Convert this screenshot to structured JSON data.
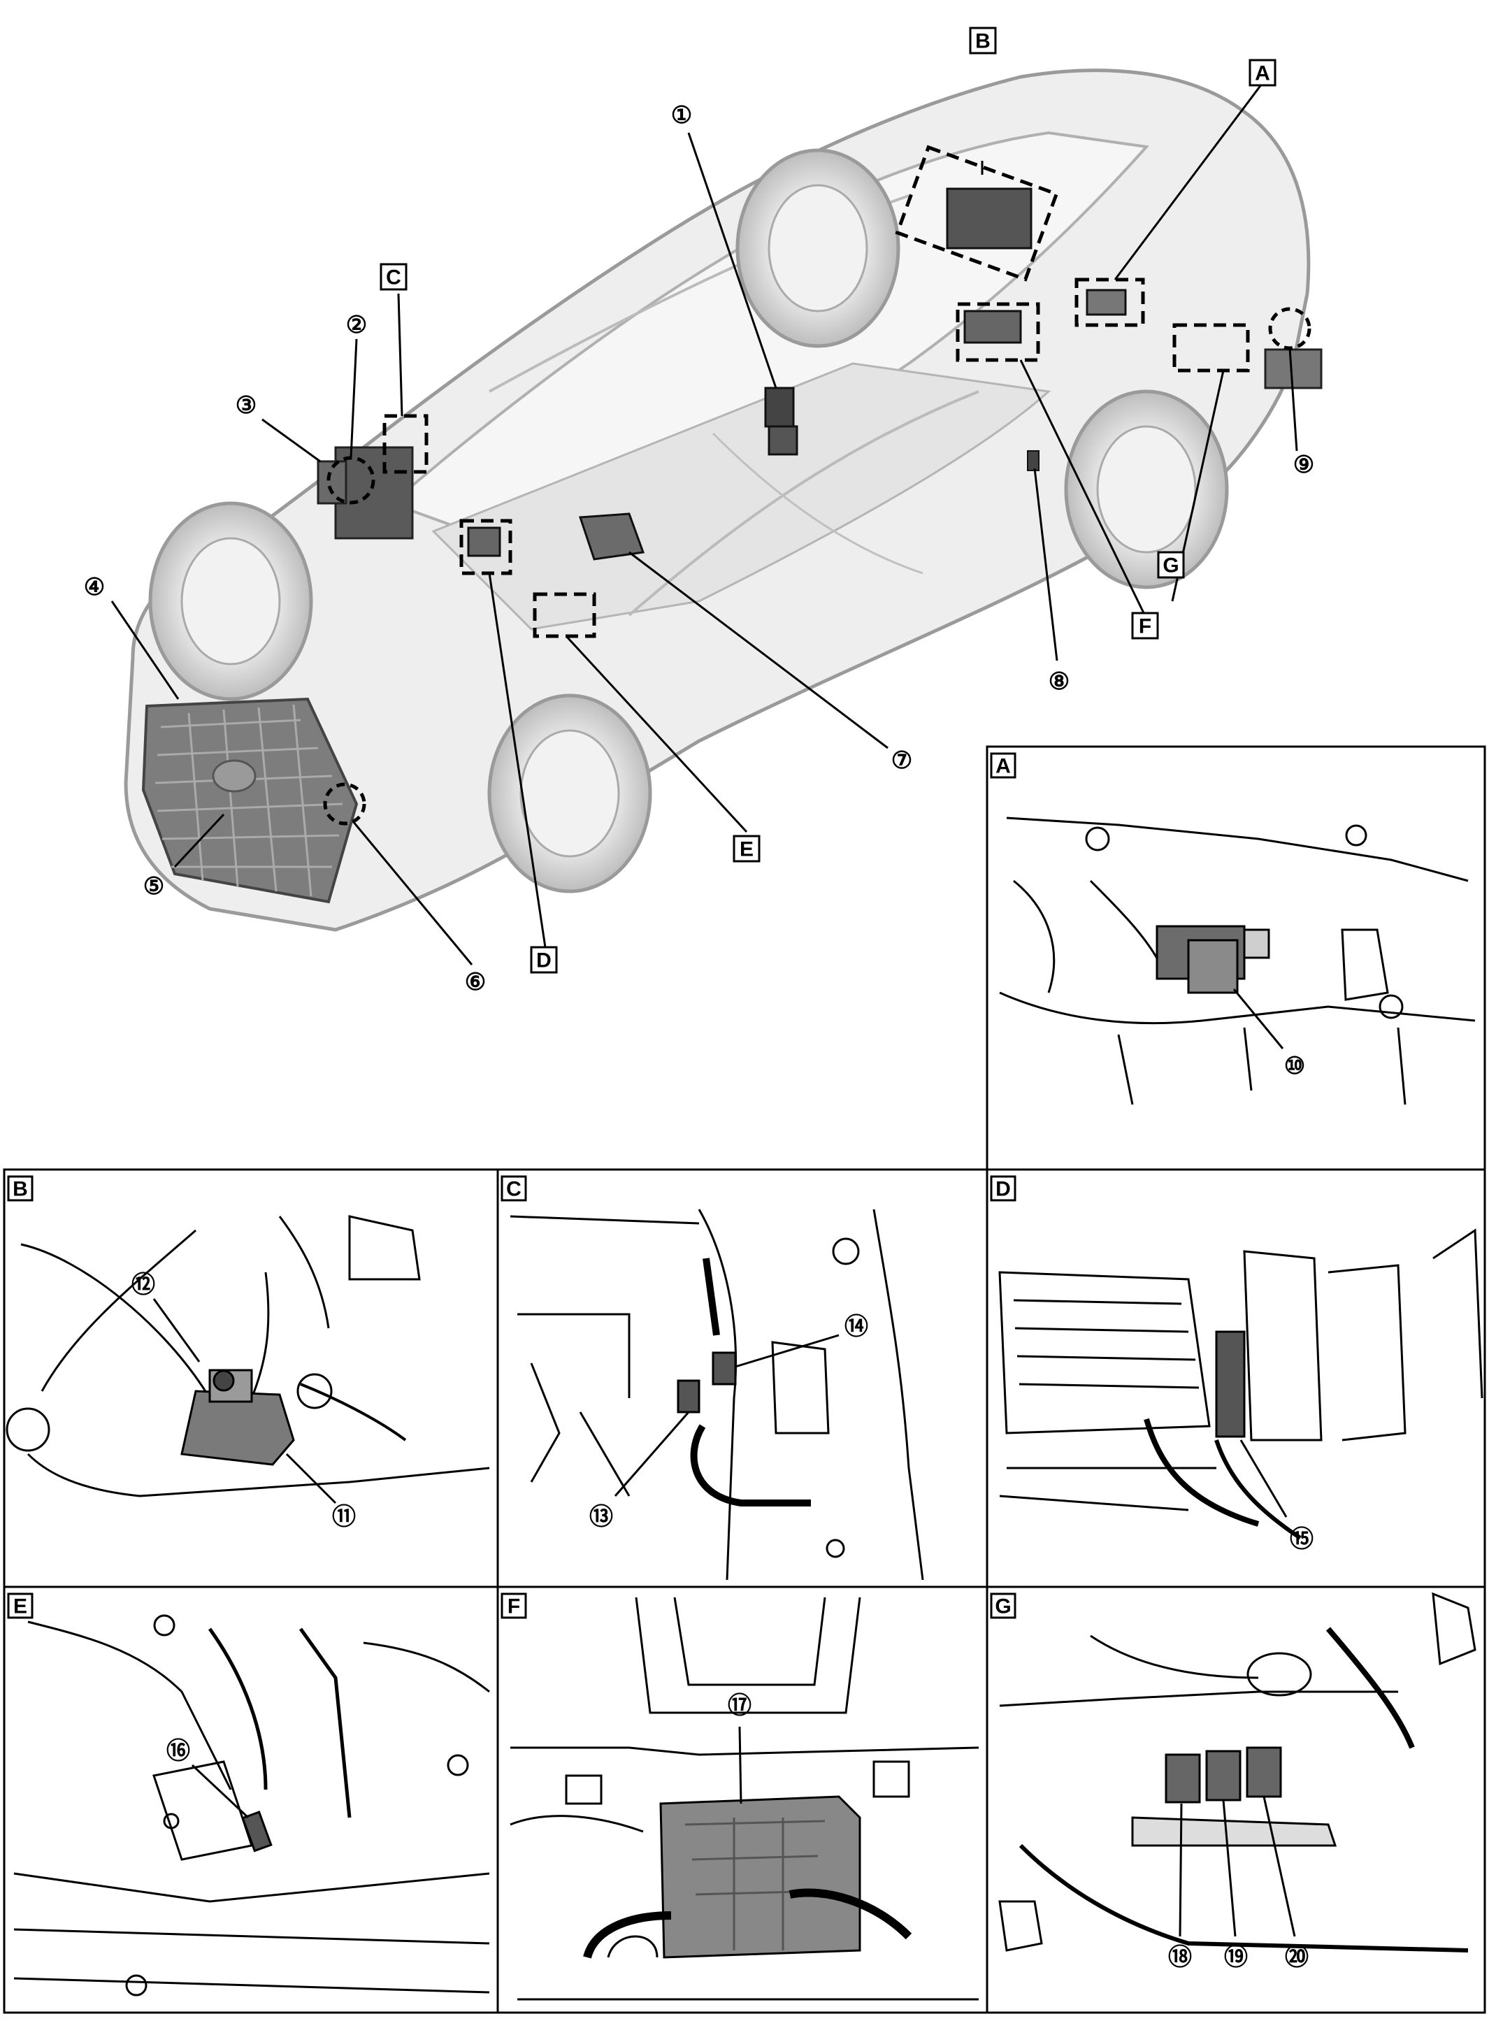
{
  "callouts": {
    "c1": "①",
    "c2": "②",
    "c3": "③",
    "c4": "④",
    "c5": "⑤",
    "c6": "⑥",
    "c7": "⑦",
    "c8": "⑧",
    "c9": "⑨",
    "c10": "⑩",
    "c11": "⑪",
    "c12": "⑫",
    "c13": "⑬",
    "c14": "⑭",
    "c15": "⑮",
    "c16": "⑯",
    "c17": "⑰",
    "c18": "⑱",
    "c19": "⑲",
    "c20": "⑳"
  },
  "boxes": {
    "A": "A",
    "B": "B",
    "C": "C",
    "D": "D",
    "E": "E",
    "F": "F",
    "G": "G"
  }
}
